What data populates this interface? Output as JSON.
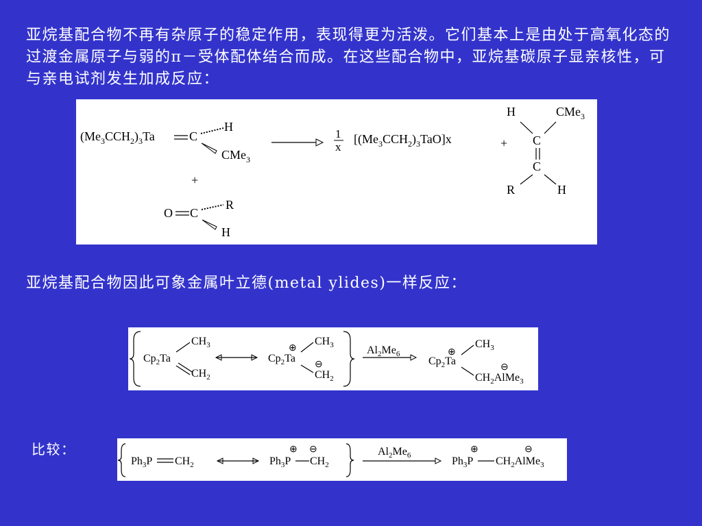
{
  "paragraphs": {
    "intro": "亚烷基配合物不再有杂原子的稳定作用，表现得更为活泼。它们基本上是由处于高氧化态的过渡金属原子与弱的π－受体配体结合而成。在这些配合物中，亚烷基碳原子显亲核性，可与亲电试剂发生加成反应：",
    "ylides": "亚烷基配合物因此可象金属叶立德(metal ylides)一样反应：",
    "compare": "比较："
  },
  "reaction1": {
    "reactant_prefix": "(Me",
    "reactant_sub1": "3",
    "reactant_mid": "CCH",
    "reactant_sub2": "2",
    "reactant_close": ")",
    "reactant_sub3": "3",
    "reactant_ta": "Ta",
    "carbon": "C",
    "h": "H",
    "cme3": "CMe",
    "sub3": "3",
    "plus": "+",
    "oxygen": "O",
    "r": "R",
    "fraction_num": "1",
    "fraction_den": "x",
    "product1_a": "[(Me",
    "product1_b": "CCH",
    "product1_c": ")",
    "product1_d": "TaO]",
    "product1_x": "x",
    "sub2": "2"
  },
  "reaction2": {
    "cp2ta": "Cp",
    "ta": "Ta",
    "ch3": "CH",
    "ch2": "CH",
    "reagent": "Al",
    "reagent_me": "Me",
    "reagent_sub6": "6",
    "product_tail": "AlMe",
    "plus_charge": "⊕",
    "minus_charge": "⊖"
  },
  "reaction3": {
    "ph3p": "Ph",
    "p": "P",
    "ch2": "CH",
    "reagent": "Al",
    "reagent_me": "Me",
    "product_tail": "AlMe"
  },
  "colors": {
    "background": "#3333cc",
    "panel": "#ffffff",
    "text": "#ffffff"
  }
}
